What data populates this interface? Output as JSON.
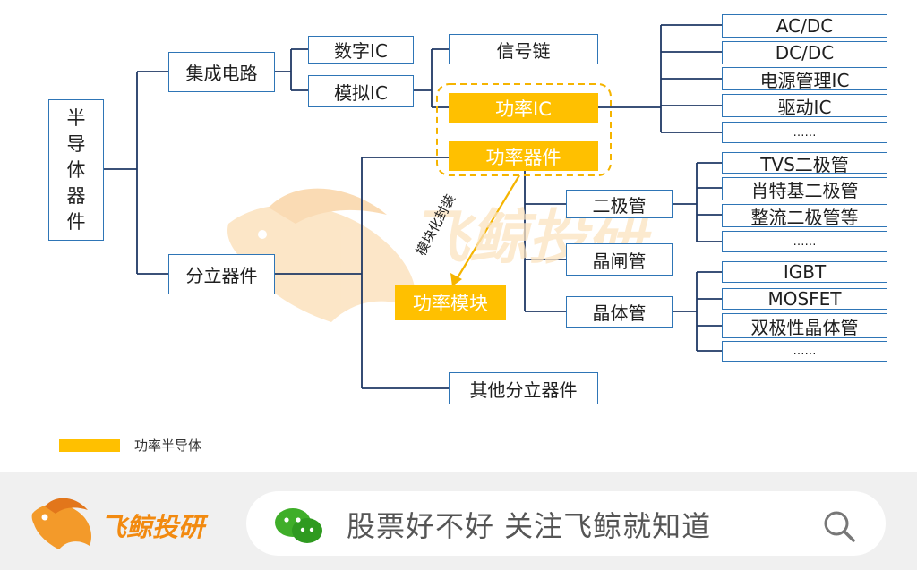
{
  "diagram": {
    "root": "半导体器件",
    "level1": {
      "ic": "集成电路",
      "discrete": "分立器件"
    },
    "ic_children": {
      "digital": "数字IC",
      "analog": "模拟IC"
    },
    "analog_children": {
      "signal_chain": "信号链",
      "power_ic": "功率IC"
    },
    "power_ic_children": [
      "AC/DC",
      "DC/DC",
      "电源管理IC",
      "驱动IC",
      "……"
    ],
    "power_device": "功率器件",
    "power_module": "功率模块",
    "modularize_label": "模块化封装",
    "device_types": {
      "diode": "二极管",
      "thyristor": "晶闸管",
      "transistor": "晶体管"
    },
    "diode_children": [
      "TVS二极管",
      "肖特基二极管",
      "整流二极管等",
      "……"
    ],
    "transistor_children": [
      "IGBT",
      "MOSFET",
      "双极性晶体管",
      "……"
    ],
    "other_discrete": "其他分立器件",
    "watermark": "飞鲸投研"
  },
  "legend": {
    "label": "功率半导体",
    "color": "#ffc000"
  },
  "footer": {
    "brand": "飞鲸投研",
    "search_text": "股票好不好 关注飞鲸就知道"
  },
  "colors": {
    "line": "#1f3864",
    "border": "#2e75b6",
    "highlight": "#ffc000"
  }
}
